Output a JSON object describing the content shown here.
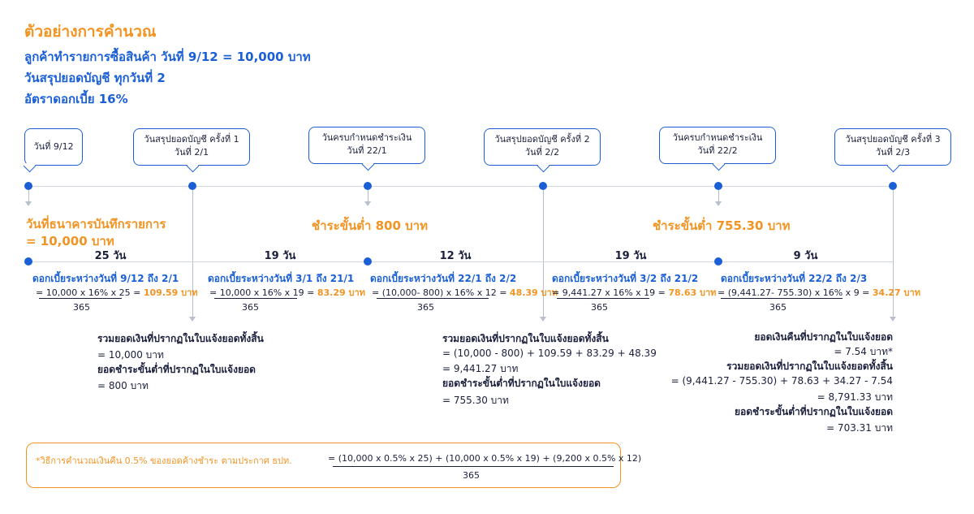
{
  "header": {
    "title": "ตัวอย่างการคำนวณ",
    "line1": "ลูกค้าทำรายการซื้อสินค้า วันที่ 9/12 = 10,000 บาท",
    "line2": "วันสรุปยอดบัญชี ทุกวันที่ 2",
    "line3": "อัตราดอกเบี้ย 16%"
  },
  "bubbles": [
    {
      "l1": "วันที่ 9/12",
      "l2": ""
    },
    {
      "l1": "วันสรุปยอดบัญชี ครั้งที่ 1",
      "l2": "วันที่ 2/1"
    },
    {
      "l1": "วันครบกำหนดชำระเงิน",
      "l2": "วันที่ 22/1"
    },
    {
      "l1": "วันสรุปยอดบัญชี ครั้งที่ 2",
      "l2": "วันที่ 2/2"
    },
    {
      "l1": "วันครบกำหนดชำระเงิน",
      "l2": "วันที่ 22/2"
    },
    {
      "l1": "วันสรุปยอดบัญชี ครั้งที่ 3",
      "l2": "วันที่ 2/3"
    }
  ],
  "events": {
    "bank_record_l1": "วันที่ธนาคารบันทึกรายการ",
    "bank_record_l2": "= 10,000 บาท",
    "min_pay_1": "ชำระขั้นต่ำ 800 บาท",
    "min_pay_2": "ชำระขั้นต่ำ 755.30 บาท"
  },
  "periods": [
    {
      "days": "25 วัน",
      "title": "ดอกเบี้ยระหว่างวันที่ 9/12 ถึง 2/1",
      "formula": "= 10,000 x 16% x 25 =",
      "result": "109.59 บาท",
      "den": "365"
    },
    {
      "days": "19 วัน",
      "title": "ดอกเบี้ยระหว่างวันที่ 3/1 ถึง 21/1",
      "formula": "= 10,000 x 16% x 19 =",
      "result": "83.29 บาท",
      "den": "365"
    },
    {
      "days": "12 วัน",
      "title": "ดอกเบี้ยระหว่างวันที่ 22/1 ถึง 2/2",
      "formula": "= (10,000- 800) x 16% x 12 =",
      "result": "48.39 บาท",
      "den": "365"
    },
    {
      "days": "19 วัน",
      "title": "ดอกเบี้ยระหว่างวันที่ 3/2 ถึง 21/2",
      "formula": "= 9,441.27 x 16% x 19 =",
      "result": "78.63 บาท",
      "den": "365"
    },
    {
      "days": "9 วัน",
      "title": "ดอกเบี้ยระหว่างวันที่ 22/2 ถึง 2/3",
      "formula": "= (9,441.27- 755.30) x 16% x 9 =",
      "result": "34.27 บาท",
      "den": "365"
    }
  ],
  "summary1": {
    "total_h": "รวมยอดเงินที่ปรากฏในใบแจ้งยอดทั้งสิ้น",
    "total_v": "= 10,000 บาท",
    "min_h": "ยอดชำระขั้นต่ำที่ปรากฏในใบแจ้งยอด",
    "min_v": "= 800 บาท"
  },
  "summary2": {
    "total_h": "รวมยอดเงินที่ปรากฏในใบแจ้งยอดทั้งสิ้น",
    "total_v1": "= (10,000 - 800) + 109.59 + 83.29 + 48.39",
    "total_v2": "= 9,441.27 บาท",
    "min_h": "ยอดชำระขั้นต่ำที่ปรากฏในใบแจ้งยอด",
    "min_v": "= 755.30 บาท"
  },
  "summary3": {
    "refund_h": "ยอดเงินคืนที่ปรากฏในใบแจ้งยอด",
    "refund_v": "= 7.54 บาท*",
    "total_h": "รวมยอดเงินที่ปรากฏในใบแจ้งยอดทั้งสิ้น",
    "total_v1": "= (9,441.27 - 755.30) + 78.63 + 34.27 - 7.54",
    "total_v2": "= 8,791.33 บาท",
    "min_h": "ยอดชำระขั้นต่ำที่ปรากฏในใบแจ้งยอด",
    "min_v": "= 703.31 บาท"
  },
  "note": {
    "label": "*วิธีการคำนวณเงินคืน 0.5% ของยอดค้างชำระ ตามประกาศ ธปท.",
    "formula": "= (10,000 x 0.5% x 25) + (10,000 x 0.5% x 19) + (9,200 x 0.5% x 12)",
    "den": "365"
  },
  "colors": {
    "orange": "#f29423",
    "blue": "#1a5fd6",
    "navy": "#1a1f3c"
  }
}
